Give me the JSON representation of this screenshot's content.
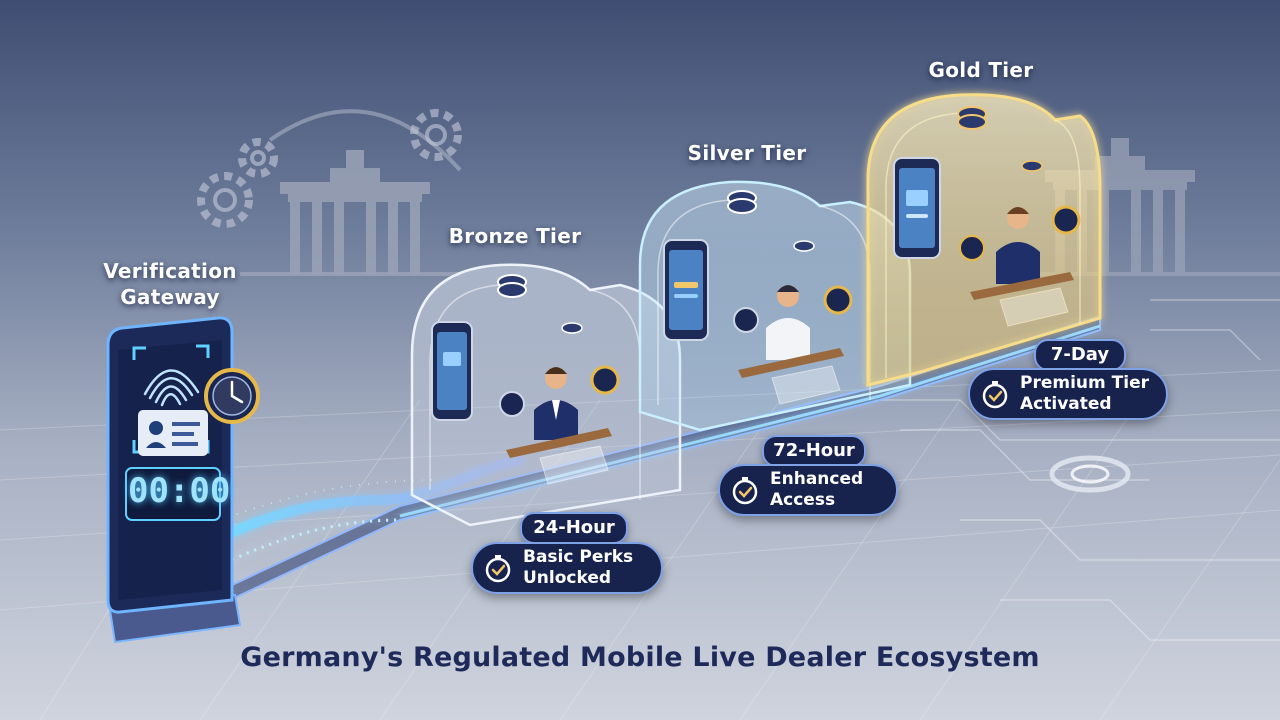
{
  "gateway": {
    "label": "Verification\nGateway",
    "timer": "00:00"
  },
  "tiers": [
    {
      "name": "Bronze Tier",
      "duration": "24-Hour",
      "benefit": "Basic Perks\nUnlocked"
    },
    {
      "name": "Silver Tier",
      "duration": "72-Hour",
      "benefit": "Enhanced\nAccess"
    },
    {
      "name": "Gold Tier",
      "duration": "7-Day",
      "benefit": "Premium Tier\nActivated"
    }
  ],
  "footer": {
    "title": "Germany's Regulated Mobile Live Dealer Ecosystem"
  },
  "icons": {
    "gateway": [
      "fingerprint-icon",
      "id-card-icon",
      "clock-icon"
    ],
    "tier": [
      "smartphone-icon",
      "poker-chip-icon",
      "dealer-icon"
    ],
    "pill": "stopwatch-check-icon",
    "background": [
      "gear-icon",
      "brandenburg-gate-icon"
    ]
  },
  "colors": {
    "navy": "#17224d",
    "cyan_glow": "#4fc3ff",
    "bronze_glass": "#c9d4e6",
    "silver_glass": "#bfe6ff",
    "gold_glass": "#f5d67a",
    "title": "#1e2a5a"
  }
}
